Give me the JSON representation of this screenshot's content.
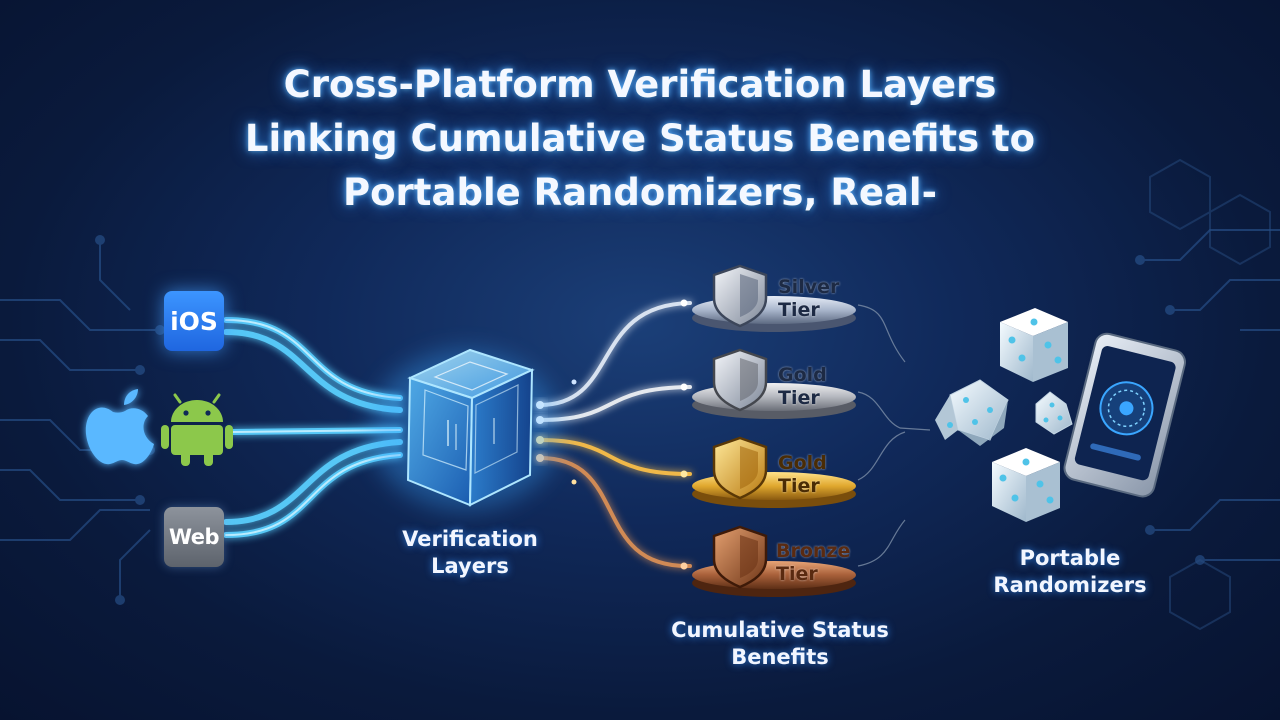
{
  "title": {
    "line1": "Cross-Platform Verification Layers",
    "line2": "Linking Cumulative Status Benefits to",
    "line3": "Portable Randomizers, Real-"
  },
  "platforms": {
    "ios_label": "iOS",
    "web_label": "Web",
    "apple_icon": "apple-logo-icon",
    "android_icon": "android-robot-icon"
  },
  "hub": {
    "caption_line1": "Verification",
    "caption_line2": "Layers"
  },
  "tiers": [
    {
      "line1": "Silver",
      "line2": "Tier",
      "metal": "silver",
      "color": "#b9c6dc"
    },
    {
      "line1": "Gold",
      "line2": "Tier",
      "metal": "silver",
      "color": "#c9ccd2"
    },
    {
      "line1": "Gold",
      "line2": "Tier",
      "metal": "gold",
      "color": "#e8b43a"
    },
    {
      "line1": "Bronze",
      "line2": "Tier",
      "metal": "bronze",
      "color": "#b0673a"
    }
  ],
  "tiers_caption": {
    "line1": "Cumulative Status",
    "line2": "Benefits"
  },
  "randomizers": {
    "caption_line1": "Portable",
    "caption_line2": "Randomizers"
  },
  "colors": {
    "accent": "#4fc3ff",
    "line_blue": "#5ad0ff",
    "line_gold": "#f0b848",
    "line_silver": "#d8e2f0",
    "line_bronze": "#d08a55"
  }
}
